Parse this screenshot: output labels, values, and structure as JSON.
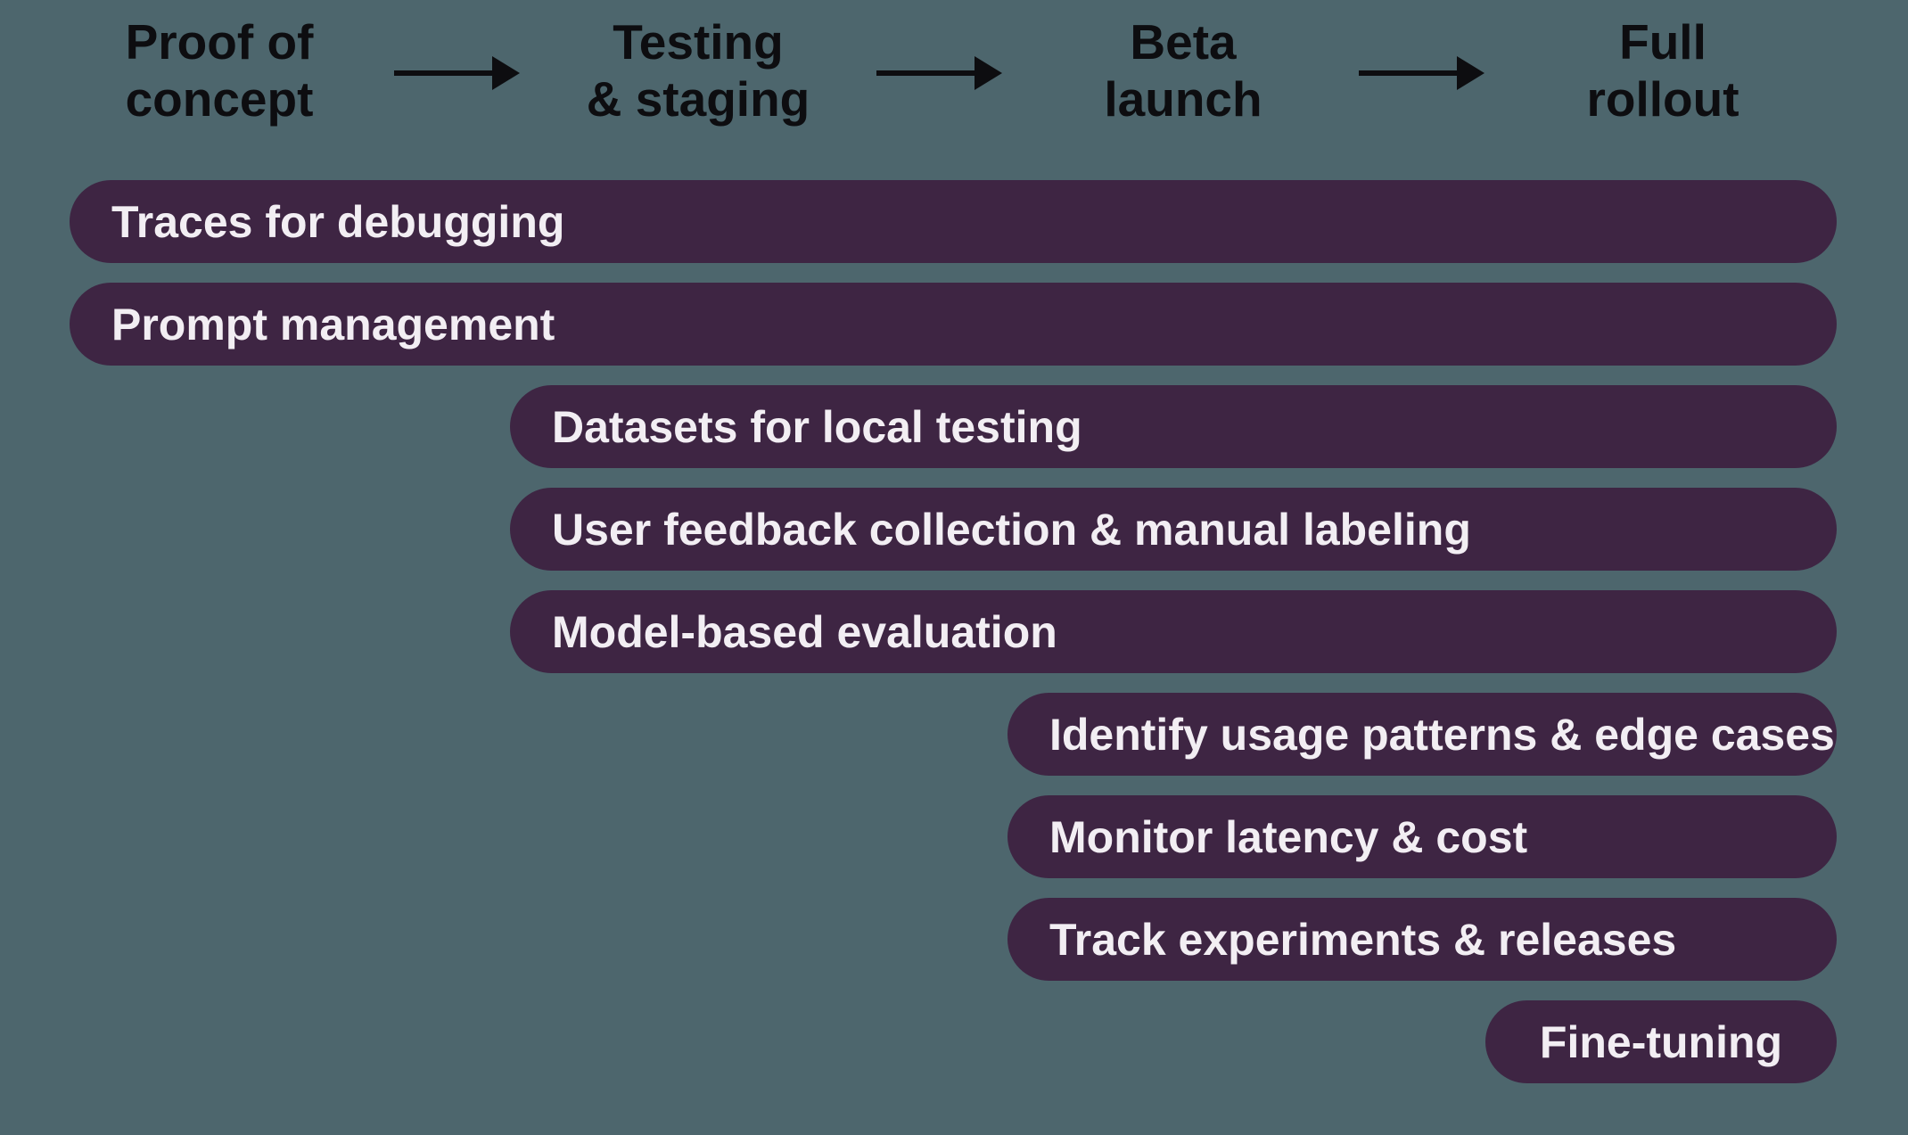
{
  "colors": {
    "background": "#4D666D",
    "bar_fill": "#3E2543",
    "bar_text": "#F2EEF3",
    "header_text": "#0D0D10",
    "arrow": "#0D0D10"
  },
  "stages": [
    {
      "id": "proof-of-concept",
      "line1": "Proof of",
      "line2": "concept"
    },
    {
      "id": "testing-staging",
      "line1": "Testing",
      "line2": "& staging"
    },
    {
      "id": "beta-launch",
      "line1": "Beta",
      "line2": "launch"
    },
    {
      "id": "full-rollout",
      "line1": "Full",
      "line2": "rollout"
    }
  ],
  "bars": [
    {
      "label": "Traces for debugging",
      "starts_at": "Proof of concept",
      "ends_at": "Full rollout"
    },
    {
      "label": "Prompt management",
      "starts_at": "Proof of concept",
      "ends_at": "Full rollout"
    },
    {
      "label": "Datasets for local testing",
      "starts_at": "Testing & staging",
      "ends_at": "Full rollout"
    },
    {
      "label": "User feedback collection & manual labeling",
      "starts_at": "Testing & staging",
      "ends_at": "Full rollout"
    },
    {
      "label": "Model-based evaluation",
      "starts_at": "Testing & staging",
      "ends_at": "Full rollout"
    },
    {
      "label": "Identify usage patterns & edge cases",
      "starts_at": "Beta launch",
      "ends_at": "Full rollout"
    },
    {
      "label": "Monitor latency & cost",
      "starts_at": "Beta launch",
      "ends_at": "Full rollout"
    },
    {
      "label": "Track experiments & releases",
      "starts_at": "Beta launch",
      "ends_at": "Full rollout"
    },
    {
      "label": "Fine-tuning",
      "starts_at": "Full rollout",
      "ends_at": "Full rollout"
    }
  ]
}
